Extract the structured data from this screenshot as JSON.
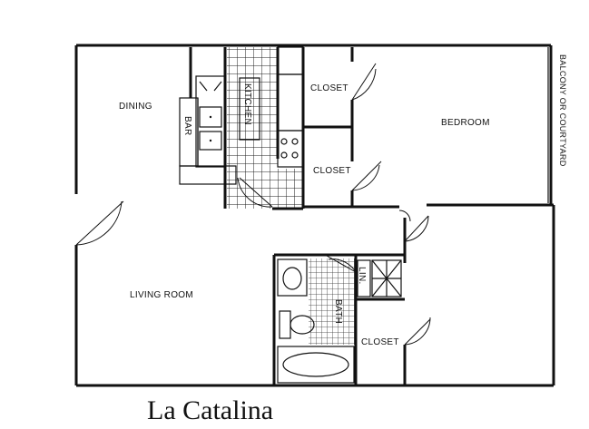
{
  "rooms": {
    "dining": "DINING",
    "bar": "BAR",
    "kitchen": "KITCHEN",
    "closet_top": "CLOSET",
    "closet_mid": "CLOSET",
    "closet_bath": "CLOSET",
    "bedroom": "BEDROOM",
    "living_room": "LIVING ROOM",
    "bath": "BATH",
    "linen": "LIN.",
    "balcony": "BALCONY OR COURTYARD"
  },
  "plan_name": "La Catalina"
}
